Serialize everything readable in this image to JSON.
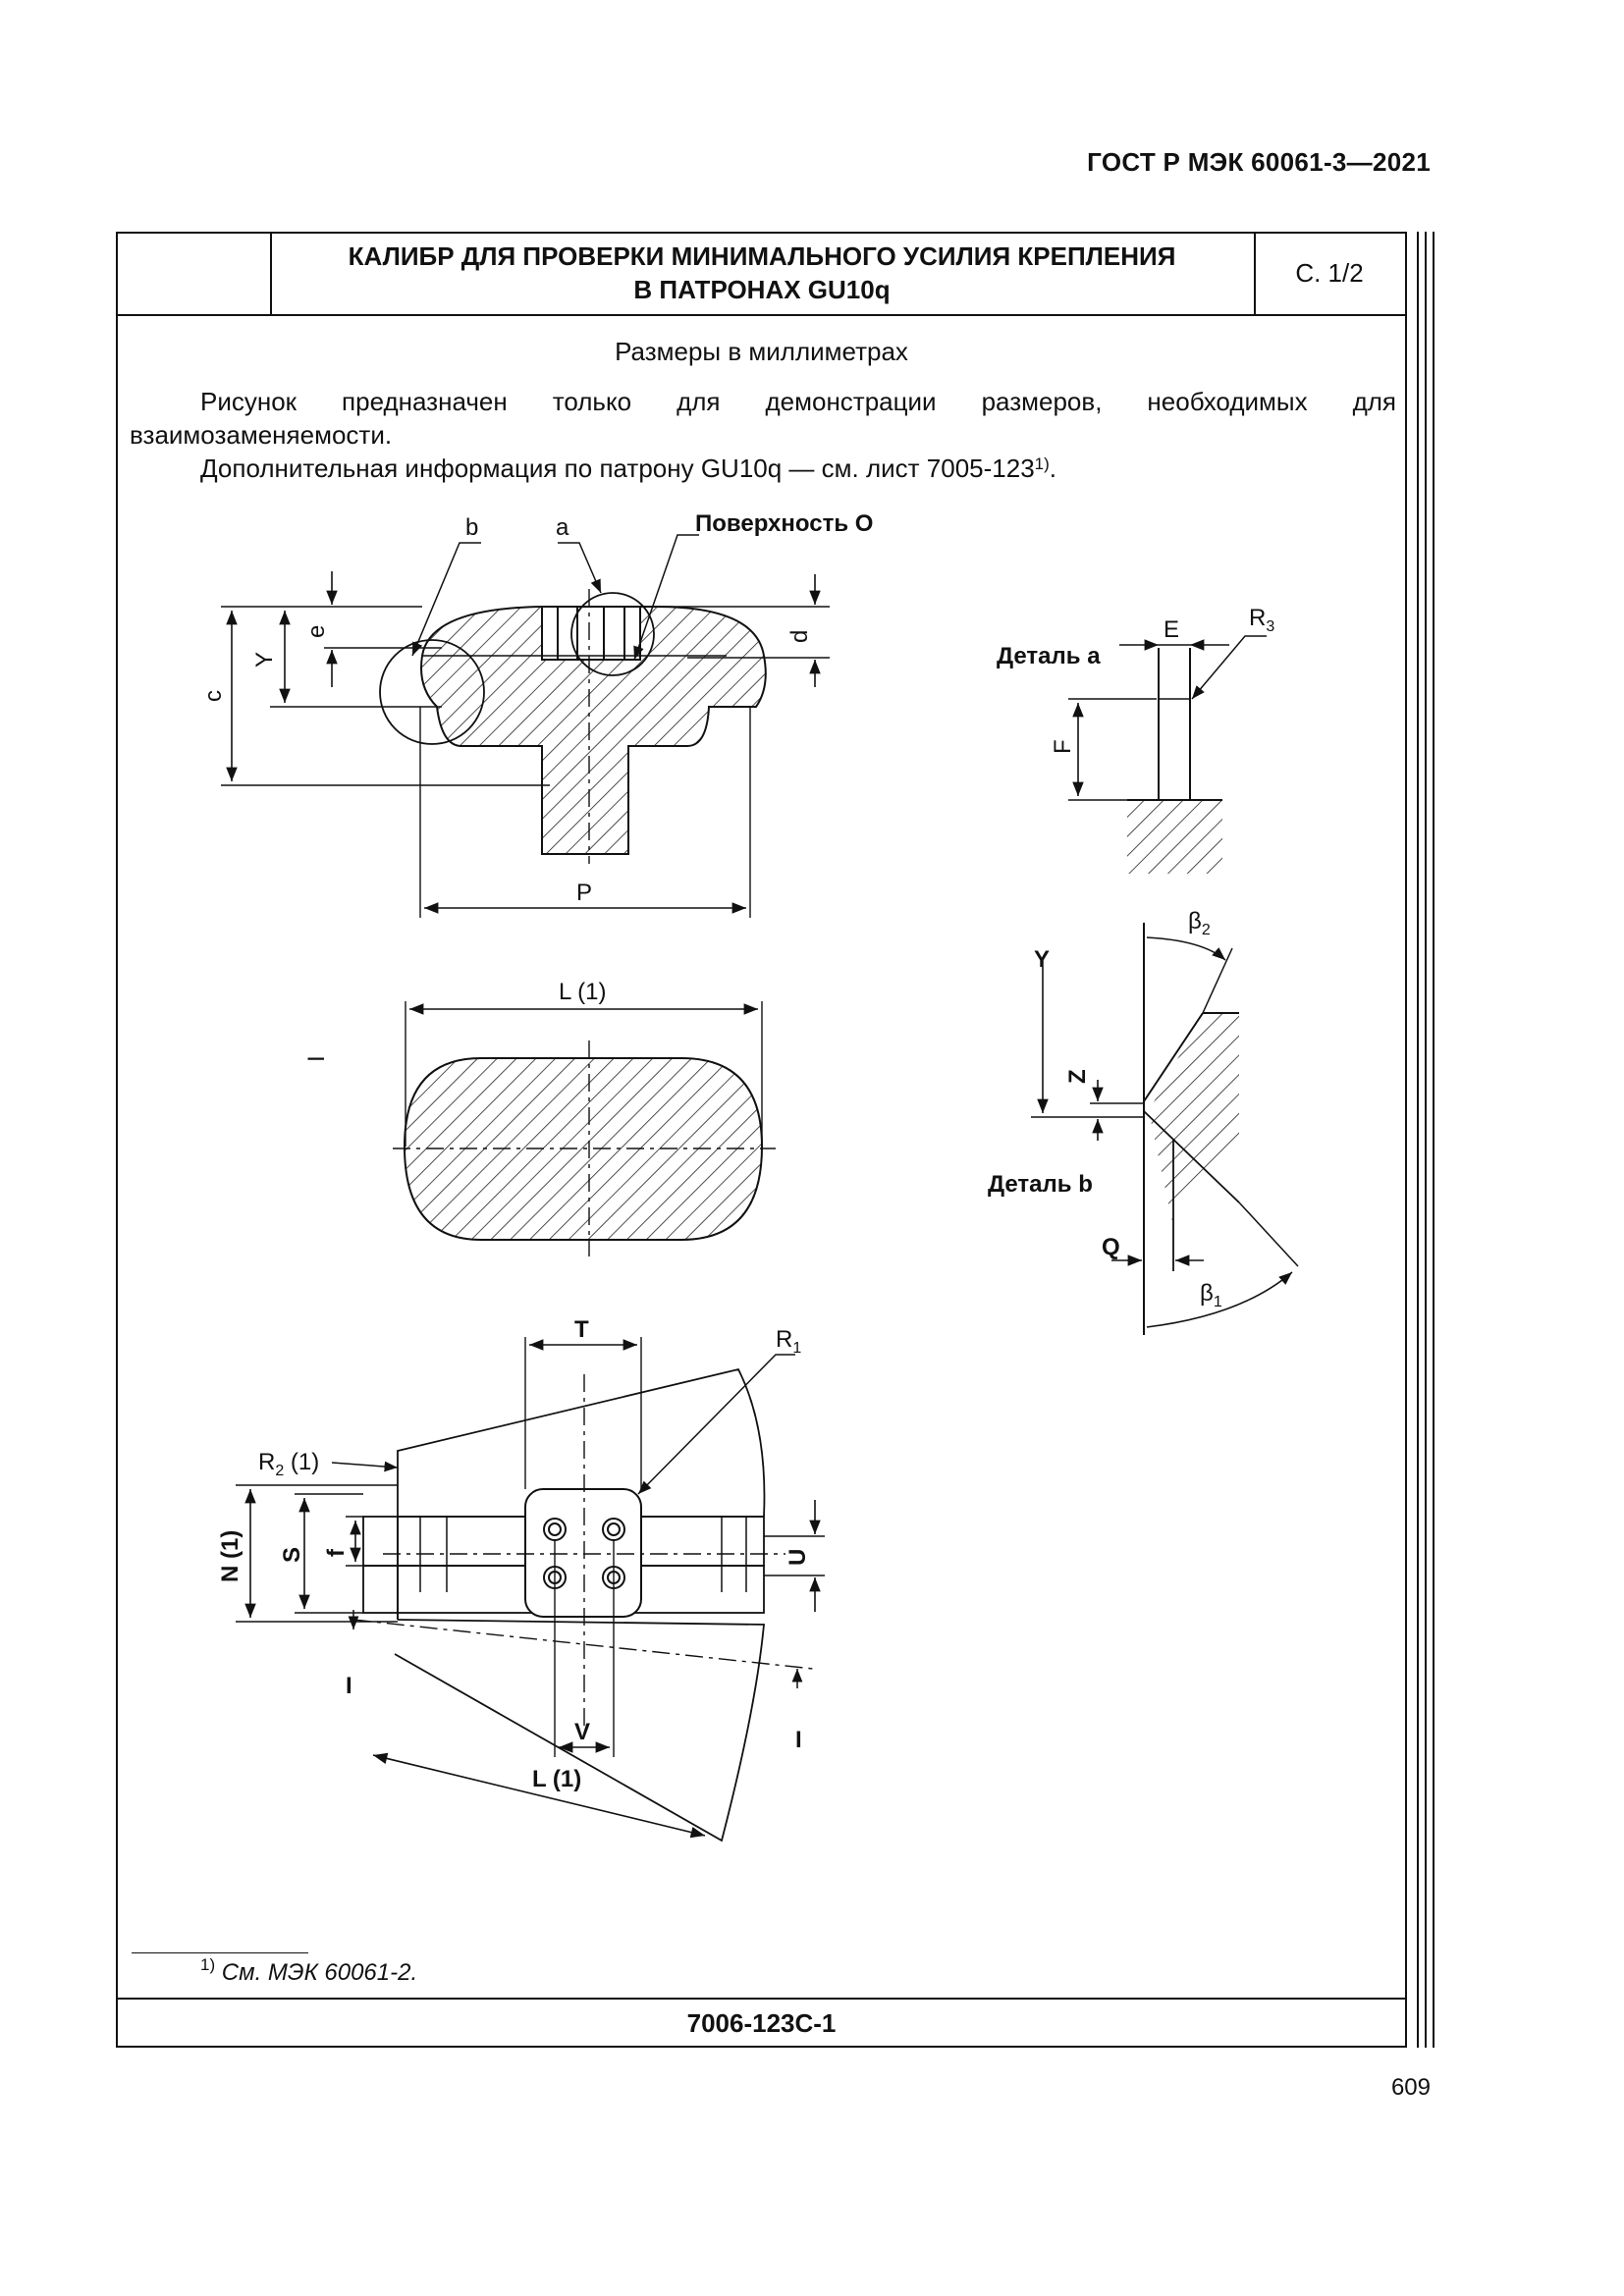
{
  "document": {
    "standard": "ГОСТ Р МЭК 60061-3—2021",
    "title_line1": "КАЛИБР ДЛЯ ПРОВЕРКИ МИНИМАЛЬНОГО УСИЛИЯ КРЕПЛЕНИЯ",
    "title_line2": "В ПАТРОНАХ GU10q",
    "sheet": "С. 1/2",
    "units_note": "Размеры в миллиметрах",
    "paragraph1": "Рисунок предназначен только для демонстрации размеров, необходимых для взаимозаменяемости.",
    "paragraph2": "Дополнительная информация по патрону GU10q — см. лист 7005-123",
    "paragraph2_sup": "1)",
    "paragraph2_end": ".",
    "footnote_mark": "1)",
    "footnote_text": "См. МЭК 60061-2.",
    "sheet_code": "7006-123С-1",
    "page_number": "609"
  },
  "drawing": {
    "labels": {
      "b": "b",
      "a": "a",
      "surface_o": "Поверхность О",
      "c": "c",
      "y": "Y",
      "e": "e",
      "d": "d",
      "p": "P",
      "detail_a": "Деталь а",
      "e_dim": "E",
      "r3": "R",
      "r3_sub": "3",
      "f_dim": "F",
      "l1": "L (1)",
      "i_mark": "I",
      "y2": "Y",
      "beta2": "β",
      "beta2_sub": "2",
      "z": "Z",
      "detail_b": "Деталь b",
      "q": "Q",
      "beta1": "β",
      "beta1_sub": "1",
      "t": "T",
      "r1": "R",
      "r1_sub": "1",
      "r2": "R",
      "r2_sub": "2",
      "r2_suffix": " (1)",
      "n1": "N (1)",
      "s": "S",
      "f_small": "f",
      "u": "U",
      "i_left": "I",
      "i_right": "I",
      "v": "V",
      "l1_bottom": "L (1)"
    }
  }
}
